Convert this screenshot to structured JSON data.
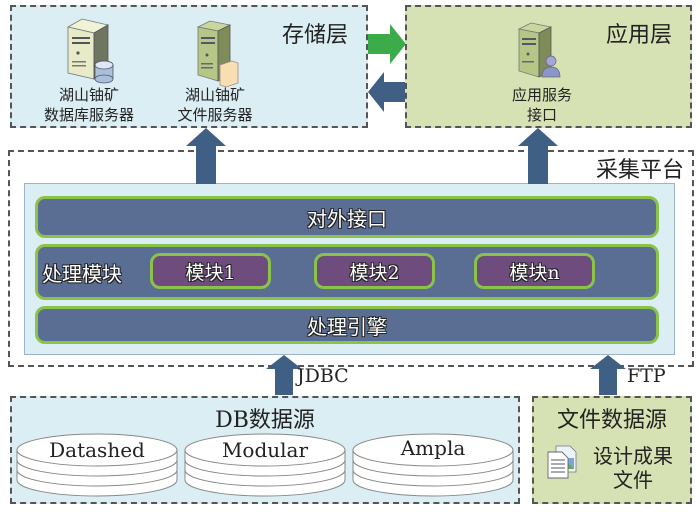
{
  "storage_layer": {
    "title": "存储层",
    "servers": [
      {
        "icon": "database-server-icon",
        "label_line1": "湖山铀矿",
        "label_line2": "数据库服务器"
      },
      {
        "icon": "file-server-icon",
        "label_line1": "湖山铀矿",
        "label_line2": "文件服务器"
      }
    ]
  },
  "application_layer": {
    "title": "应用层",
    "server": {
      "icon": "application-server-icon",
      "label_line1": "应用服务",
      "label_line2": "接口"
    }
  },
  "collection_platform": {
    "title": "采集平台",
    "external_interface": "对外接口",
    "processing_modules": {
      "label": "处理模块",
      "modules": [
        "模块1",
        "模块2",
        "模块n"
      ]
    },
    "processing_engine": "处理引擎"
  },
  "protocols": {
    "jdbc": "JDBC",
    "ftp": "FTP"
  },
  "db_sources": {
    "title": "DB数据源",
    "databases": [
      "Datashed",
      "Modular",
      "Ampla"
    ]
  },
  "file_sources": {
    "title": "文件数据源",
    "item_line1": "设计成果",
    "item_line2": "文件"
  },
  "colors": {
    "storage_bg": "#dbeef4",
    "application_bg": "#d7e2b4",
    "bar_fill": "#5a6d92",
    "module_fill": "#6f4c7e",
    "bar_border": "#8bc34a",
    "arrow_blue": "#3f5f85",
    "arrow_green": "#3cab4a"
  }
}
